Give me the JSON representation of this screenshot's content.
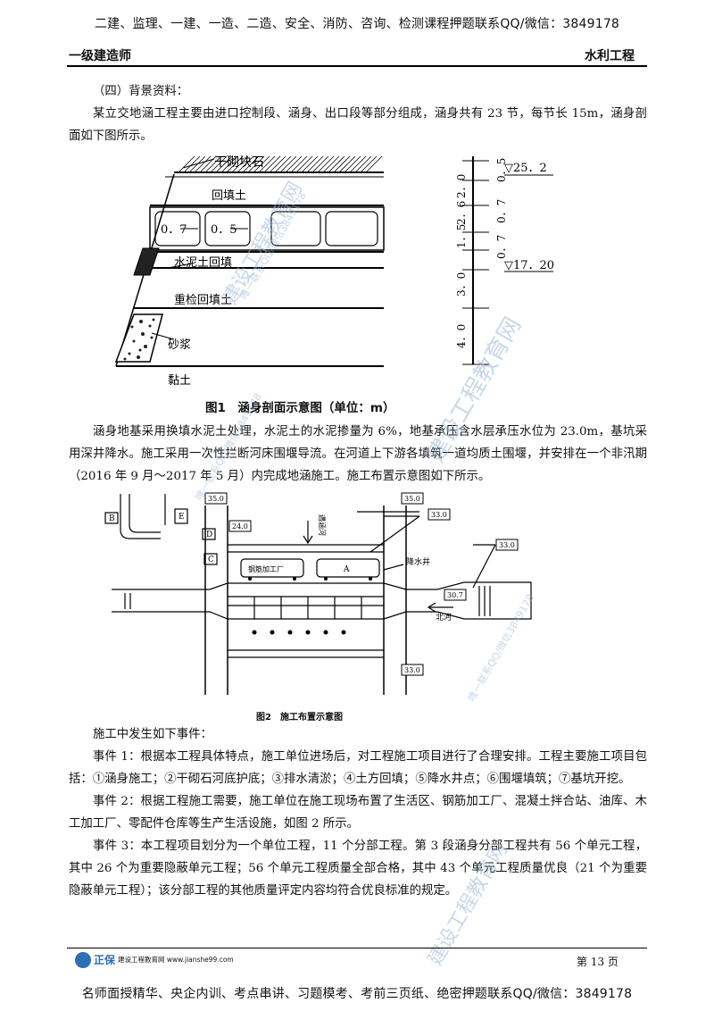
{
  "top_banner": "二建、监理、一建、一造、二造、安全、消防、咨询、检测课程押题联系QQ/微信：3849178",
  "header": {
    "left": "一级建造师",
    "right": "水利工程"
  },
  "section_title": "（四）背景资料：",
  "intro": "某立交地涵工程主要由进口控制段、涵身、出口段等部分组成，涵身共有 23 节，每节长 15m，涵身剖面如下图所示。",
  "figure1": {
    "caption": "图1　涵身剖面示意图（单位：m）",
    "labels": {
      "stone": "干砌块石",
      "backfill": "回填土",
      "dim1": "0．7",
      "dim2": "0．5",
      "cement_soil": "水泥土回填",
      "heavy_backfill": "重检回填土",
      "sand": "砂浆",
      "clay": "黏土"
    },
    "elev_top": "▽25．2",
    "elev_mid": "▽17．20",
    "right_dims": [
      "0．5",
      "0．7",
      "0．7"
    ],
    "left_dims": [
      "2．0",
      "2．6",
      "1．5",
      "3．0",
      "4．0"
    ]
  },
  "para2": "涵身地基采用换填水泥土处理，水泥土的水泥掺量为 6%，地基承压含水层承压水位为 23.0m，基坑采用深井降水。施工采用一次性拦断河床围堰导流。在河道上下游各填筑一道均质土围堰，并安排在一个非汛期（2016 年 9 月～2017 年 5 月）内完成地涵施工。施工布置示意图如下所示。",
  "figure2": {
    "caption": "图2　施工布置示意图",
    "labels": {
      "B": "B",
      "E": "E",
      "D": "D",
      "C": "C",
      "A": "A",
      "elev_35a": "35.0",
      "elev_35b": "35.0",
      "elev_33a": "33.0",
      "elev_33b": "33.0",
      "elev_33c": "33.0",
      "elev_24": "24.0",
      "elev_307": "30.7",
      "river1": "遇涵河",
      "river2": "北河",
      "well": "降水井",
      "rebar": "钢筋加工厂"
    }
  },
  "events_intro": "施工中发生如下事件：",
  "event1": "事件 1：根据本工程具体特点，施工单位进场后，对工程施工项目进行了合理安排。工程主要施工项目包括：①涵身施工；②干砌石河底护底；③排水清淤；④土方回填；⑤降水井点；⑥围堰填筑；⑦基坑开挖。",
  "event2": "事件 2：根据工程施工需要，施工单位在施工现场布置了生活区、钢筋加工厂、混凝土拌合站、油库、木工加工厂、零配件仓库等生产生活设施，如图 2 所示。",
  "event3": "事件 3：本工程项目划分为一个单位工程，11 个分部工程。第 3 段涵身分部工程共有 56 个单元工程，其中 26 个为重要隐蔽单元工程；56 个单元工程质量全部合格，其中 43 个单元工程质量优良（21 个为重要隐蔽单元工程）；该分部工程的其他质量评定内容均符合优良标准的规定。",
  "footer": {
    "logo_brand": "正保",
    "logo_text": "建设工程教育网 www.jianshe99.com",
    "page": "第 13 页"
  },
  "bottom_banner": "名师面授精华、央企内训、考点串讲、习题模考、考前三页纸、绝密押题联系QQ/微信：3849178",
  "watermarks": [
    "唯一联系QQ/微信3849178",
    "建设工程教育网",
    "www.jianshe99.com"
  ],
  "colors": {
    "text": "#111111",
    "watermark": "#9bb7d8",
    "logo_blue": "#2f6db5"
  }
}
